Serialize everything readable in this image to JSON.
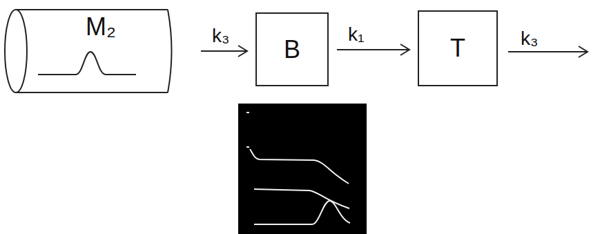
{
  "diagram": {
    "nodes": [
      {
        "text": [
          "M₂"
        ]
      },
      {
        "text": [
          "B"
        ]
      },
      {
        "text": [
          "T"
        ]
      }
    ],
    "edges": [
      {
        "from": 0,
        "to": 1,
        "arrow": "to",
        "label": "k₃"
      },
      {
        "from": 1,
        "to": 2,
        "arrow": "to",
        "label": "k₁"
      }
    ],
    "labels": [
      "k₃"
    ]
  }
}
